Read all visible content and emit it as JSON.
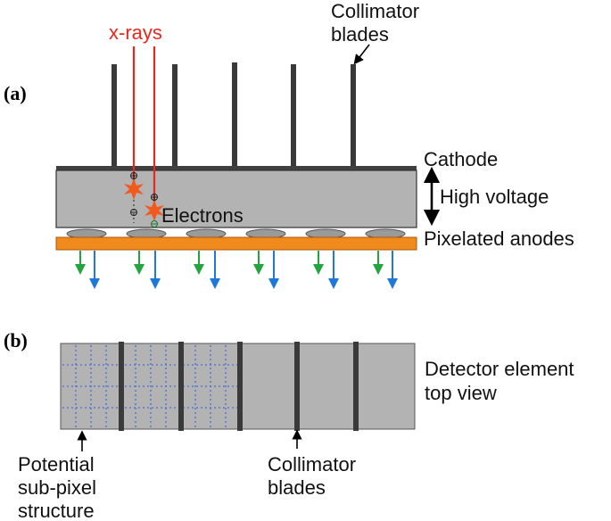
{
  "colors": {
    "xray": "#e8281e",
    "detector_fill": "#b3b3b3",
    "detector_stroke": "#333333",
    "cathode": "#404040",
    "anode_bar": "#f08a1c",
    "pad": "#9a9a9a",
    "blade": "#3a3a3a",
    "arrow_green": "#22a53c",
    "arrow_blue": "#1f78d8",
    "grid": "#4a6fd4",
    "star": "#f05a1e"
  },
  "panel_a": {
    "label": "(a)",
    "xrays_label": "x-rays",
    "collimator_label_line1": "Collimator",
    "collimator_label_line2": "blades",
    "cathode_label": "Cathode",
    "high_voltage_label": "High voltage",
    "electrons_label": "Electrons",
    "anodes_label": "Pixelated anodes"
  },
  "panel_b": {
    "label": "(b)",
    "detector_line1": "Detector element",
    "detector_line2": "top view",
    "subpixel_line1": "Potential",
    "subpixel_line2": "sub-pixel",
    "subpixel_line3": "structure",
    "collimator_line1": "Collimator",
    "collimator_line2": "blades"
  }
}
